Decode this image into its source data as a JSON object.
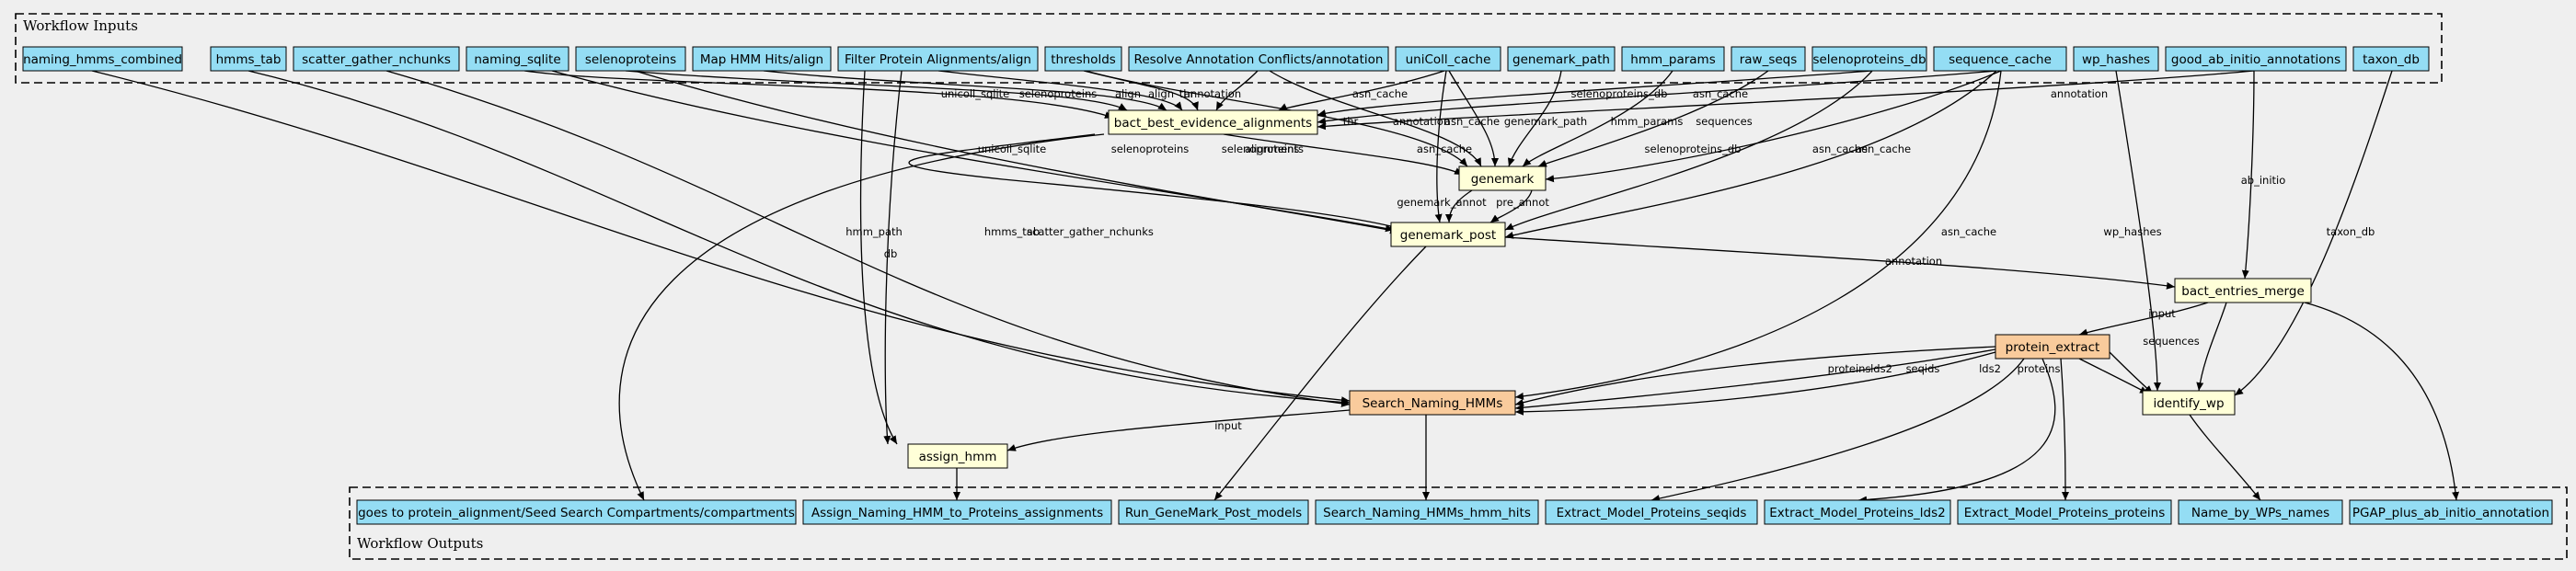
{
  "inputs_cluster": {
    "title": "Workflow Inputs"
  },
  "outputs_cluster": {
    "title": "Workflow Outputs"
  },
  "colors": {
    "input_fill": "#94ddf4",
    "output_fill": "#94ddf4",
    "step_fill": "#ffffd8",
    "subworkflow_fill": "#f9cb9c",
    "background": "#efefef"
  },
  "inputs": [
    "naming_hmms_combined",
    "hmms_tab",
    "scatter_gather_nchunks",
    "naming_sqlite",
    "selenoproteins",
    "Map HMM Hits/align",
    "Filter Protein Alignments/align",
    "thresholds",
    "Resolve Annotation Conflicts/annotation",
    "uniColl_cache",
    "genemark_path",
    "hmm_params",
    "raw_seqs",
    "selenoproteins_db",
    "sequence_cache",
    "wp_hashes",
    "good_ab_initio_annotations",
    "taxon_db"
  ],
  "steps": [
    "bact_best_evidence_alignments",
    "genemark",
    "genemark_post",
    "bact_entries_merge",
    "protein_extract",
    "Search_Naming_HMMs",
    "identify_wp",
    "assign_hmm"
  ],
  "outputs": [
    "goes to protein_alignment/Seed Search Compartments/compartments",
    "Assign_Naming_HMM_to_Proteins_assignments",
    "Run_GeneMark_Post_models",
    "Search_Naming_HMMs_hmm_hits",
    "Extract_Model_Proteins_seqids",
    "Extract_Model_Proteins_lds2",
    "Extract_Model_Proteins_proteins",
    "Name_by_WPs_names",
    "PGAP_plus_ab_initio_annotation"
  ],
  "edge_labels": [
    "unicoll_sqlite",
    "selenoproteins",
    "align",
    "align",
    "thr",
    "annotation",
    "asn_cache",
    "selenoproteins_db",
    "asn_cache",
    "annotation",
    "thr",
    "annotation",
    "asn_cache",
    "genemark_path",
    "hmm_params",
    "sequences",
    "alignments",
    "selenoproteins",
    "asn_cache",
    "unicoll_sqlite",
    "selenoproteins",
    "asn_cache",
    "selenoproteins_db",
    "asn_cache",
    "genemark_annot",
    "pre_annot",
    "annotation",
    "ab_initio",
    "input",
    "sequences",
    "taxon_db",
    "wp_hashes",
    "asn_cache",
    "hmm_path",
    "db",
    "hmms_tab",
    "scatter_gather_nchunks",
    "proteins",
    "lds2",
    "seqids",
    "lds2",
    "proteins",
    "input"
  ]
}
